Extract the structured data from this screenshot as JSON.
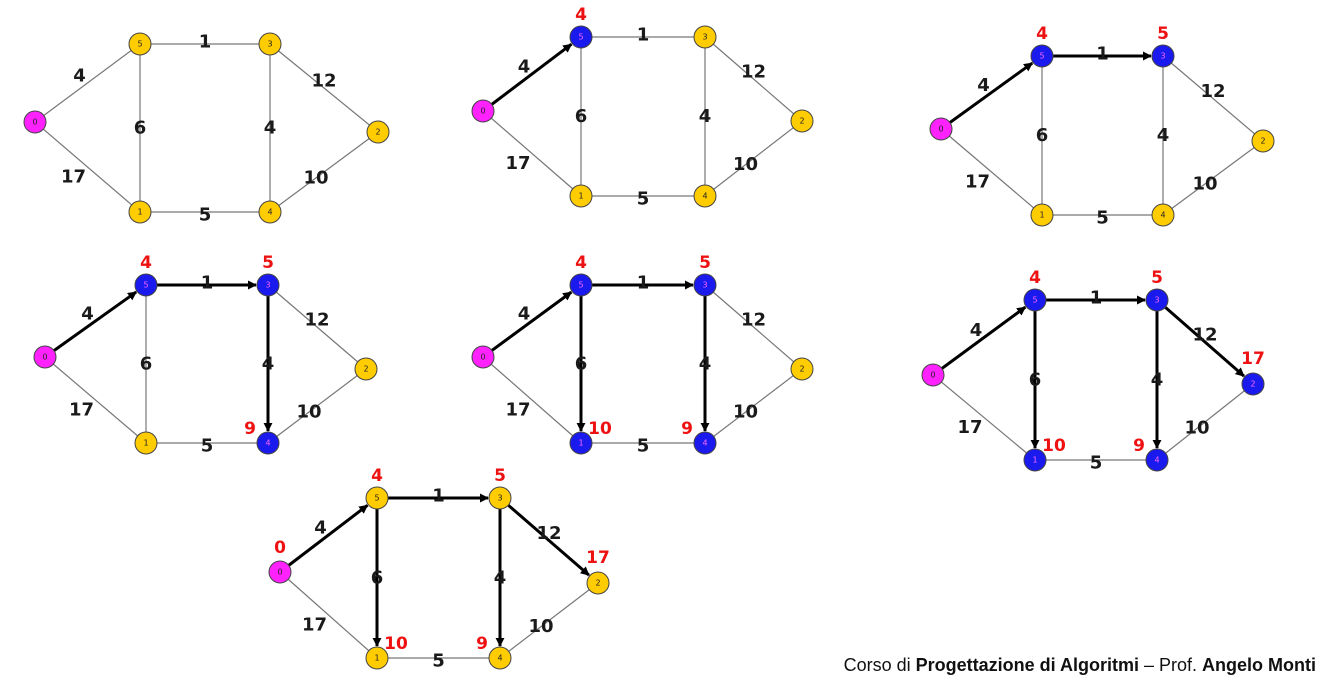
{
  "colors": {
    "source": "#ff22ff",
    "unvisited": "#ffcc00",
    "visited": "#1a1aee",
    "visited_text": "#ff66ff",
    "edge": "#777777",
    "tree_edge": "#000000",
    "distance": "#ee1111"
  },
  "node_ids": [
    "0",
    "1",
    "2",
    "3",
    "4",
    "5"
  ],
  "edges": [
    {
      "u": "0",
      "v": "5",
      "w": "4"
    },
    {
      "u": "5",
      "v": "3",
      "w": "1"
    },
    {
      "u": "3",
      "v": "2",
      "w": "12"
    },
    {
      "u": "0",
      "v": "1",
      "w": "17"
    },
    {
      "u": "5",
      "v": "1",
      "w": "6"
    },
    {
      "u": "3",
      "v": "4",
      "w": "4"
    },
    {
      "u": "1",
      "v": "4",
      "w": "5"
    },
    {
      "u": "4",
      "v": "2",
      "w": "10"
    }
  ],
  "panels": [
    {
      "visited": [],
      "tree": [],
      "dist": {}
    },
    {
      "visited": [
        "5"
      ],
      "tree": [
        [
          "0",
          "5"
        ]
      ],
      "dist": {
        "5": "4"
      }
    },
    {
      "visited": [
        "5",
        "3"
      ],
      "tree": [
        [
          "0",
          "5"
        ],
        [
          "5",
          "3"
        ]
      ],
      "dist": {
        "5": "4",
        "3": "5"
      }
    },
    {
      "visited": [
        "5",
        "3",
        "4"
      ],
      "tree": [
        [
          "0",
          "5"
        ],
        [
          "5",
          "3"
        ],
        [
          "3",
          "4"
        ]
      ],
      "dist": {
        "5": "4",
        "3": "5",
        "4": "9"
      }
    },
    {
      "visited": [
        "5",
        "3",
        "4",
        "1"
      ],
      "tree": [
        [
          "0",
          "5"
        ],
        [
          "5",
          "3"
        ],
        [
          "3",
          "4"
        ],
        [
          "5",
          "1"
        ]
      ],
      "dist": {
        "5": "4",
        "3": "5",
        "4": "9",
        "1": "10"
      }
    },
    {
      "visited": [
        "5",
        "3",
        "4",
        "1",
        "2"
      ],
      "tree": [
        [
          "0",
          "5"
        ],
        [
          "5",
          "3"
        ],
        [
          "3",
          "4"
        ],
        [
          "5",
          "1"
        ],
        [
          "3",
          "2"
        ]
      ],
      "dist": {
        "5": "4",
        "3": "5",
        "4": "9",
        "1": "10",
        "2": "17"
      }
    },
    {
      "visited": [],
      "tree": [
        [
          "0",
          "5"
        ],
        [
          "5",
          "3"
        ],
        [
          "3",
          "4"
        ],
        [
          "5",
          "1"
        ],
        [
          "3",
          "2"
        ]
      ],
      "dist": {
        "0": "0",
        "5": "4",
        "3": "5",
        "4": "9",
        "1": "10",
        "2": "17"
      }
    }
  ],
  "footer": {
    "prefix": "Corso di ",
    "course": "Progettazione di Algoritmi",
    "separator": " – Prof. ",
    "professor": "Angelo Monti"
  }
}
